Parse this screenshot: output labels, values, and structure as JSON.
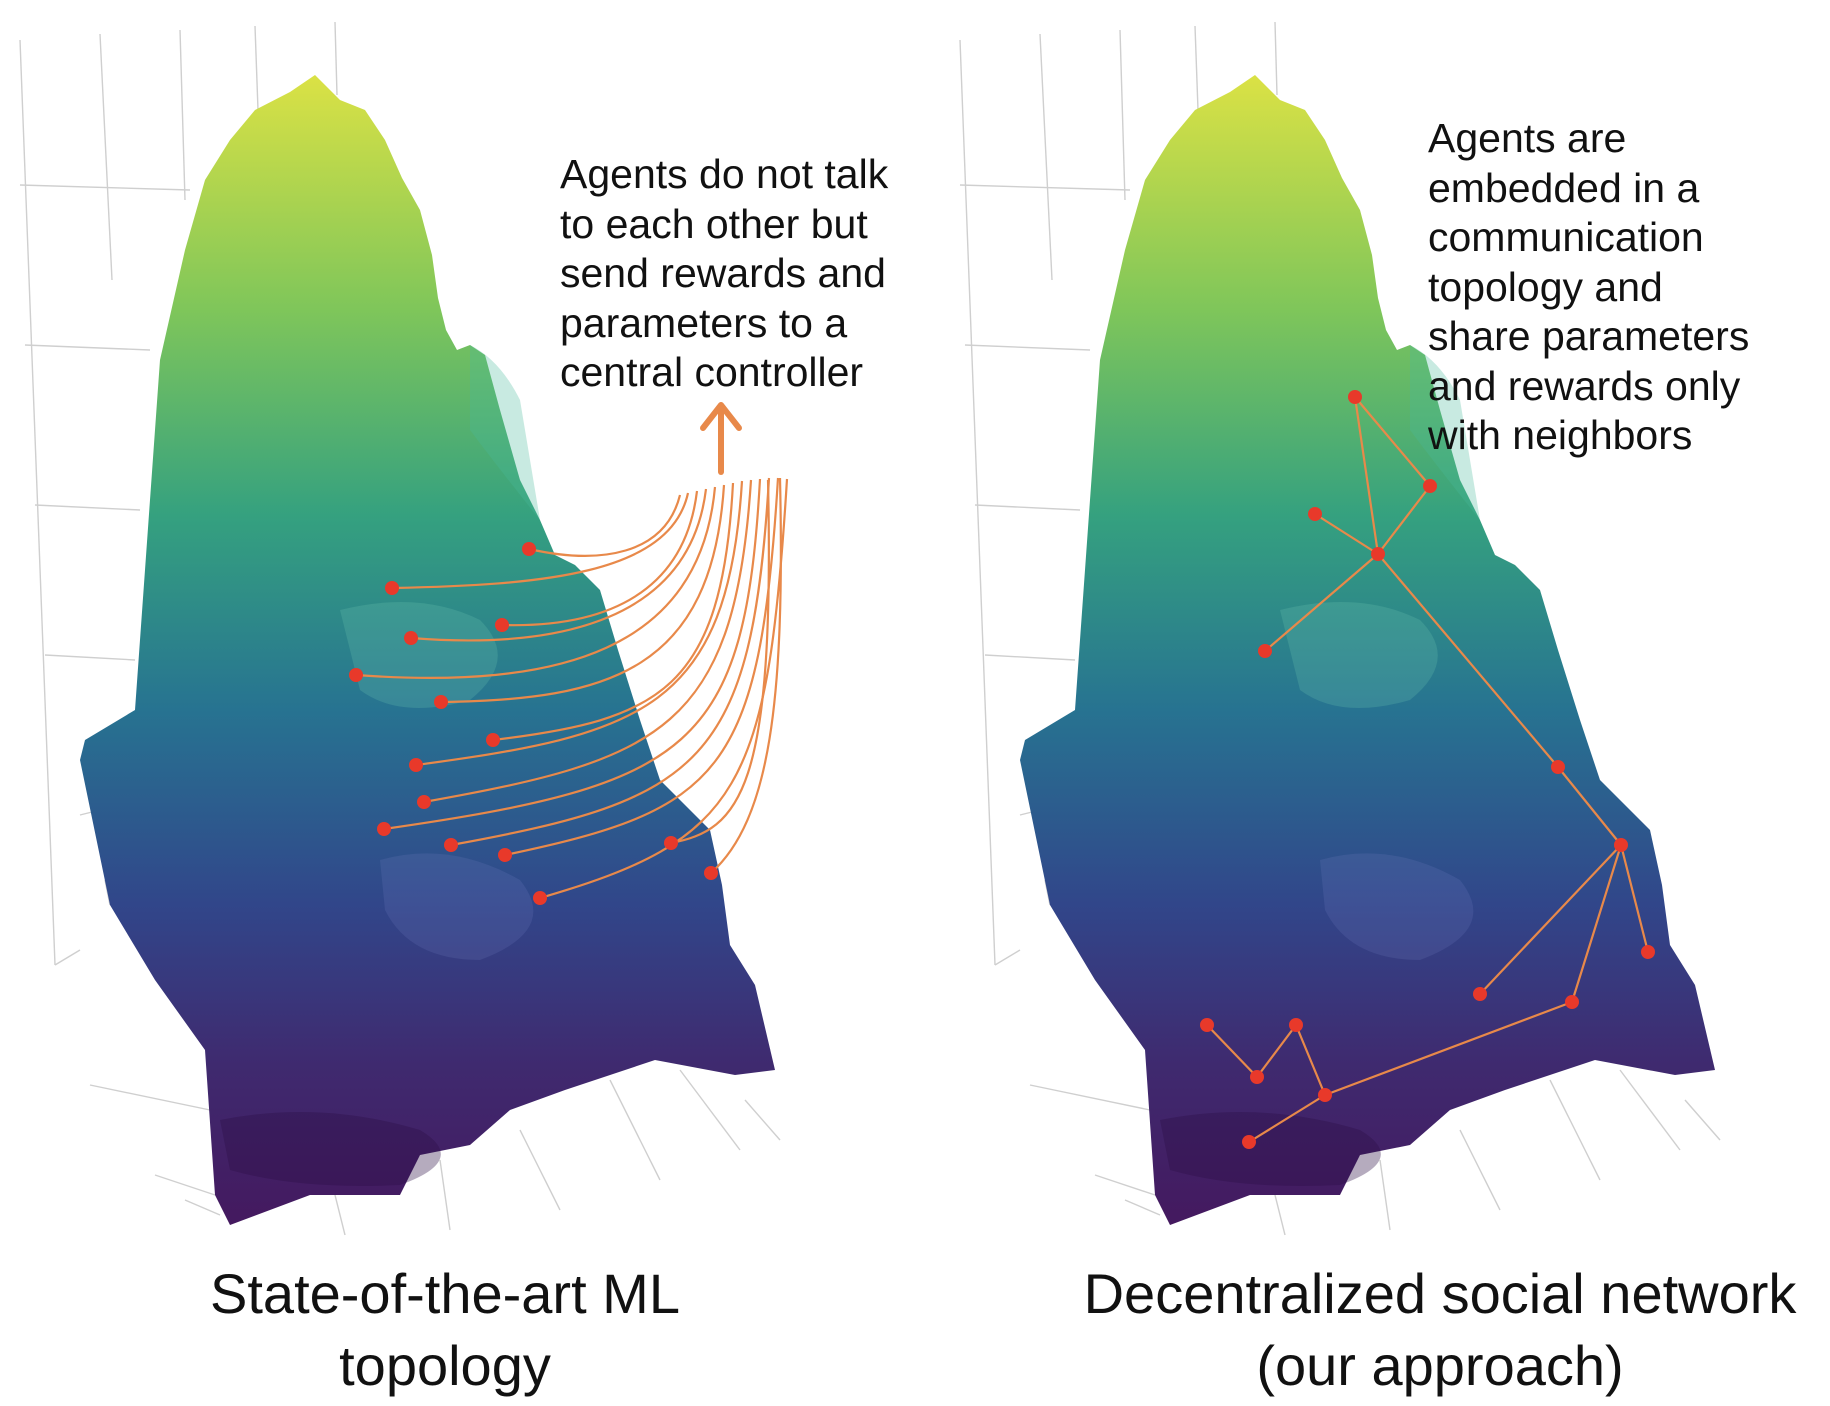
{
  "panels": [
    {
      "id": "centralized",
      "annotation": "Agents do not talk\nto each other but\nsend rewards and\nparameters to a\ncentral controller",
      "caption": "State-of-the-art ML\ntopology"
    },
    {
      "id": "decentralized",
      "annotation": "Agents are\nembedded in a\ncommunication\ntopology and\nshare parameters\nand rewards only\nwith neighbors",
      "caption": "Decentralized social network\n(our approach)"
    }
  ],
  "colors": {
    "link": "#E8894A",
    "agent": "#E8392A",
    "grid": "#c8c8c8",
    "surface_gradient": [
      "#d9e145",
      "#7fc65a",
      "#2e9b87",
      "#266f8d",
      "#353a7c",
      "#44195f"
    ]
  }
}
